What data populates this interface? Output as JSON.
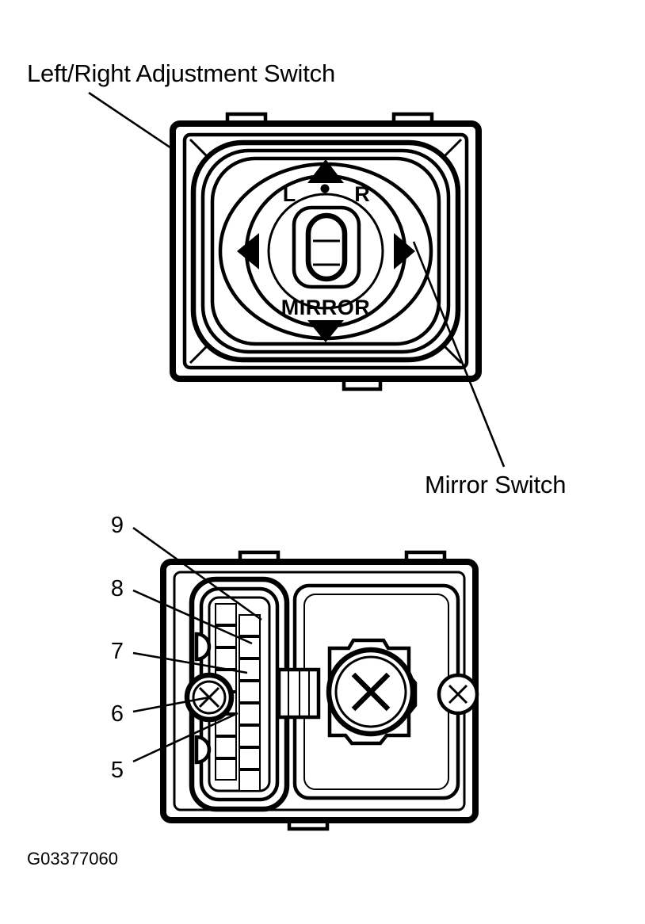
{
  "figure": {
    "code": "G03377060",
    "domain_note": "automotive service diagram: power mirror switch, front face and rear housing views"
  },
  "callouts": {
    "top_left_label": "Left/Right Adjustment Switch",
    "bottom_right_label": "Mirror Switch"
  },
  "switch_face": {
    "left_indicator": "L",
    "center_dot": "·",
    "right_indicator": "R",
    "function_label": "MIRROR",
    "arrow_up": "arrow-up",
    "arrow_down": "arrow-down",
    "arrow_left": "arrow-left",
    "arrow_right": "arrow-right"
  },
  "rear_view": {
    "numbers": [
      "9",
      "8",
      "7",
      "6",
      "5"
    ],
    "item_9": "9",
    "item_8": "8",
    "item_7": "7",
    "item_6": "6",
    "item_5": "5"
  },
  "colors": {
    "ink": "#000000",
    "paper": "#ffffff"
  }
}
